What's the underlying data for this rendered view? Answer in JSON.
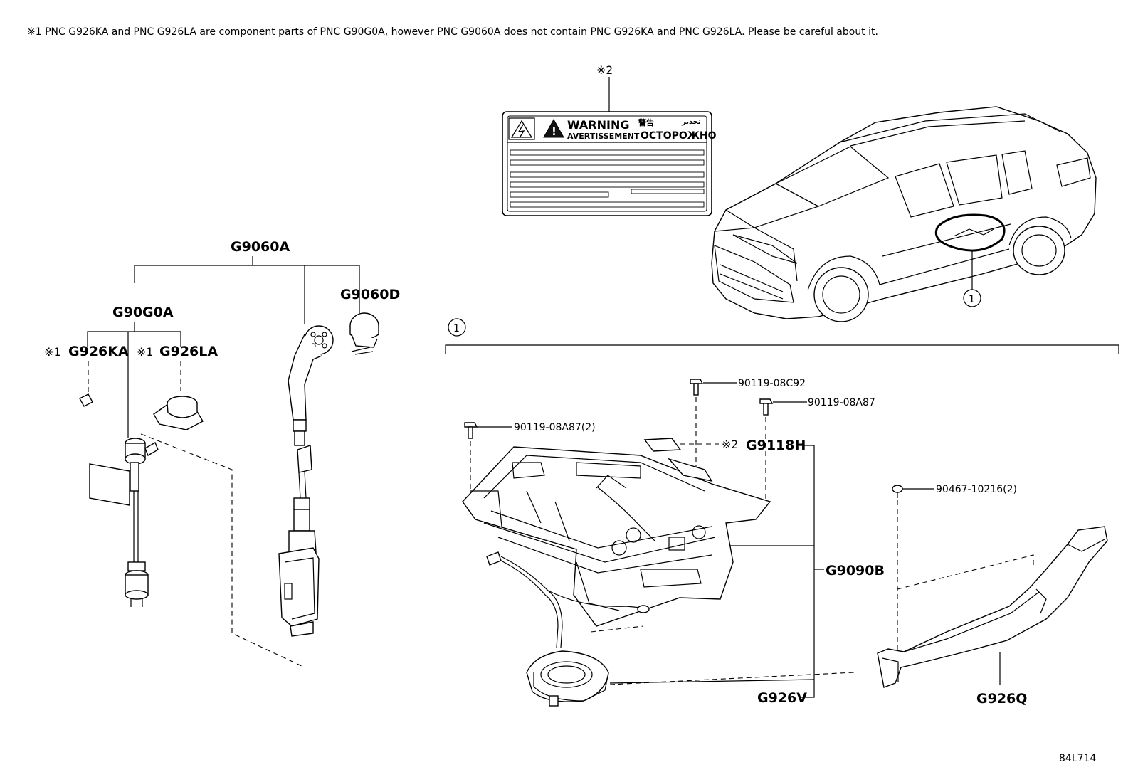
{
  "note_text": "※1 PNC G926KA and PNC G926LA are component parts of PNC G90G0A, however PNC G9060A does not contain PNC G926KA and PNC G926LA. Please be careful about it.",
  "ref_marks": {
    "mark2_label": "※2",
    "mark1_symbol": "※1",
    "circle1": "1"
  },
  "warning_label": {
    "line1": "WARNING",
    "line2": "AVERTISSEMENT",
    "cyrillic": "ОСТОРОЖНО",
    "cjk": "警告",
    "arabic": "تحذير"
  },
  "parts": {
    "G9060A": "G9060A",
    "G90G0A": "G90G0A",
    "G926KA": "G926KA",
    "G926LA": "G926LA",
    "G9060D": "G9060D",
    "G9118H": "G9118H",
    "G9090B": "G9090B",
    "G926V": "G926V",
    "G926Q": "G926Q"
  },
  "bolts": {
    "b1": "90119-08C92",
    "b2": "90119-08A87",
    "b3": "90119-08A87(2)",
    "b4": "90467-10216(2)"
  },
  "figure_code": "84L714"
}
